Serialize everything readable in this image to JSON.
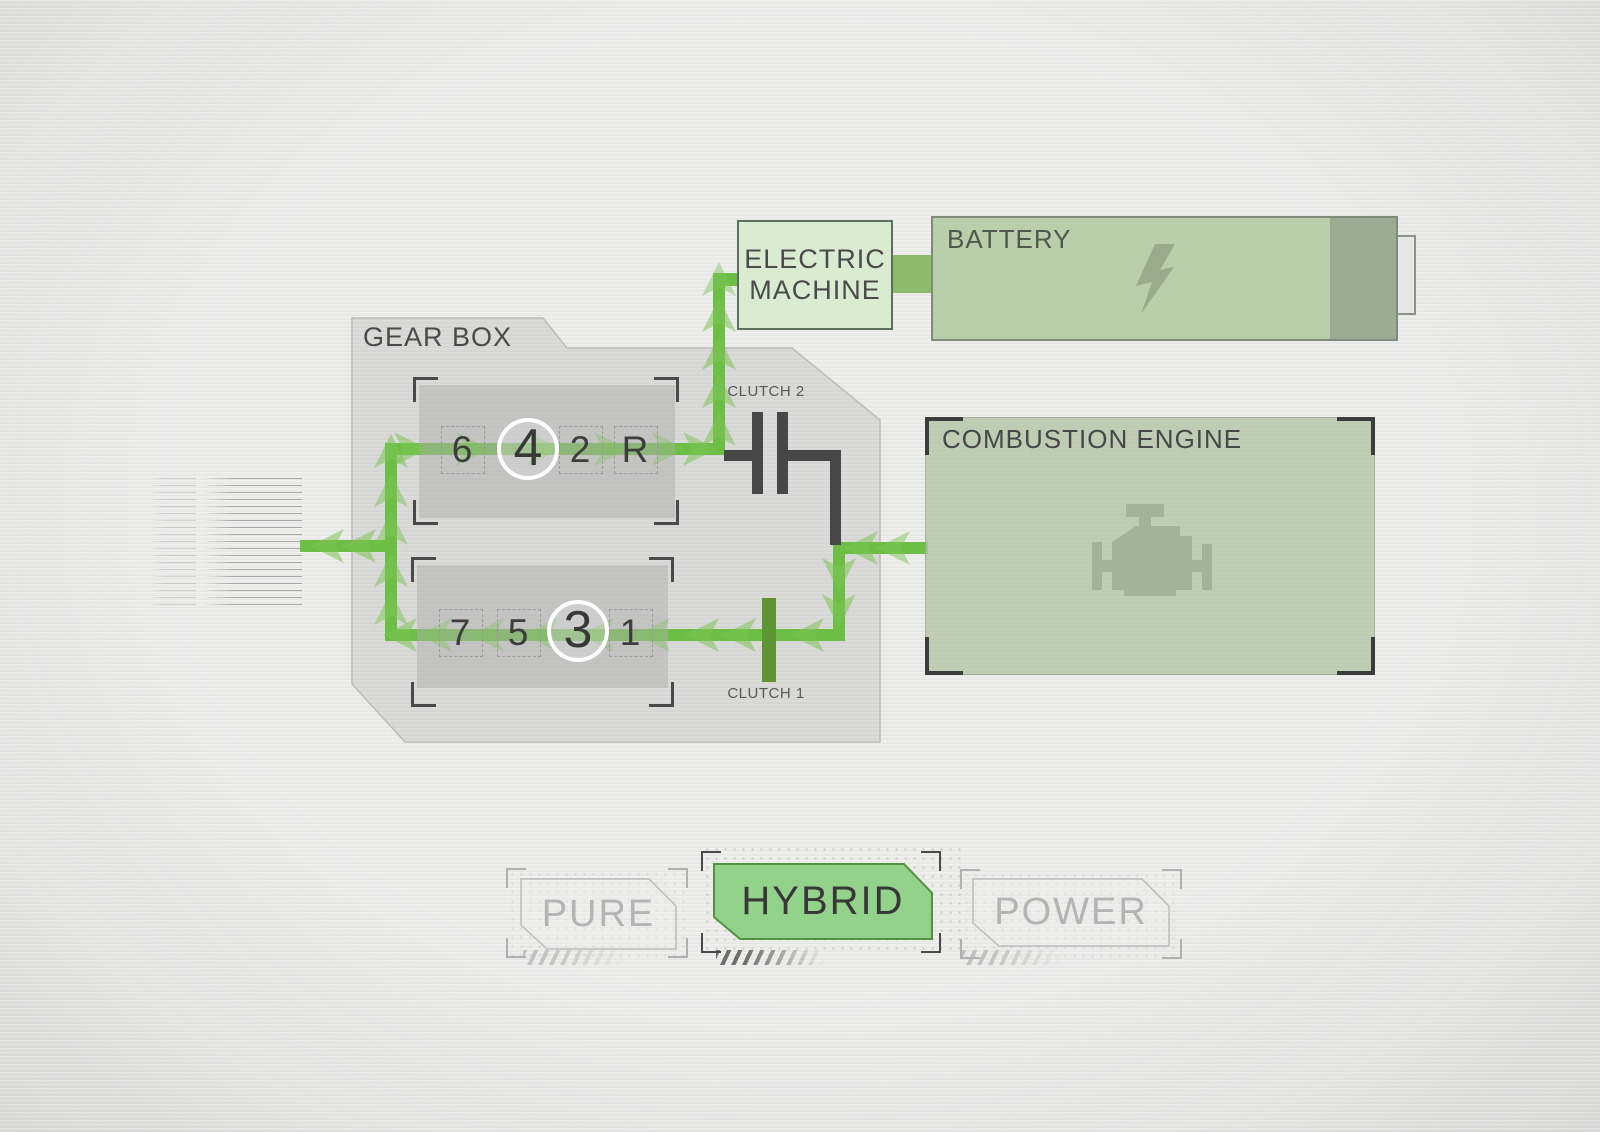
{
  "diagram": {
    "gearbox": {
      "label": "GEAR BOX",
      "upper_shaft": {
        "gears": [
          "6",
          "4",
          "2",
          "R"
        ],
        "selected_gear": "4"
      },
      "lower_shaft": {
        "gears": [
          "7",
          "5",
          "3",
          "1"
        ],
        "selected_gear": "3"
      }
    },
    "clutch_2": {
      "label": "CLUTCH 2",
      "state": "open"
    },
    "clutch_1": {
      "label": "CLUTCH 1",
      "state": "closed"
    },
    "electric_machine": {
      "line1": "ELECTRIC",
      "line2": "MACHINE"
    },
    "battery": {
      "label": "BATTERY",
      "icon": "lightning-bolt-icon"
    },
    "combustion_engine": {
      "label": "COMBUSTION ENGINE",
      "icon": "engine-icon"
    }
  },
  "modes": {
    "pure": {
      "label": "PURE",
      "active": false
    },
    "hybrid": {
      "label": "HYBRID",
      "active": true
    },
    "power": {
      "label": "POWER",
      "active": false
    }
  },
  "colors": {
    "flow_green": "#6cbe45",
    "arrow_green": "#7dc356",
    "clutch_closed_green": "#5f9434",
    "clutch_open_gray": "#474747",
    "hybrid_fill": "#93d28b",
    "hybrid_border": "#54923f",
    "battery_fill": "#b9cfab",
    "battery_cap": "#9dab94",
    "electric_machine_fill": "#d9ecd2",
    "engine_fill": "#b0c1a2",
    "background": "#eaeae9"
  }
}
